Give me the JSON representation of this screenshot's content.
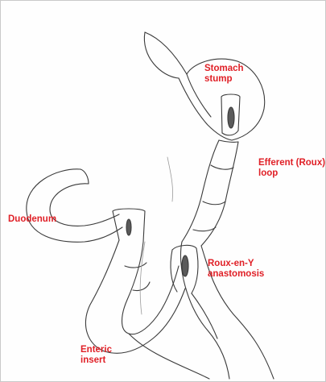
{
  "labels": {
    "stomach_stump": "Stomach\nstump",
    "efferent_roux_loop": "Efferent (Roux)\nloop",
    "duodenum": "Duodenum",
    "roux_en_y_anastomosis": "Roux-en-Y\nanastomosis",
    "enteric_insert": "Enteric\ninsert"
  },
  "colors": {
    "label": "#e02027",
    "ink": "#3a3a3a",
    "lumen": "#5a5a5a"
  }
}
